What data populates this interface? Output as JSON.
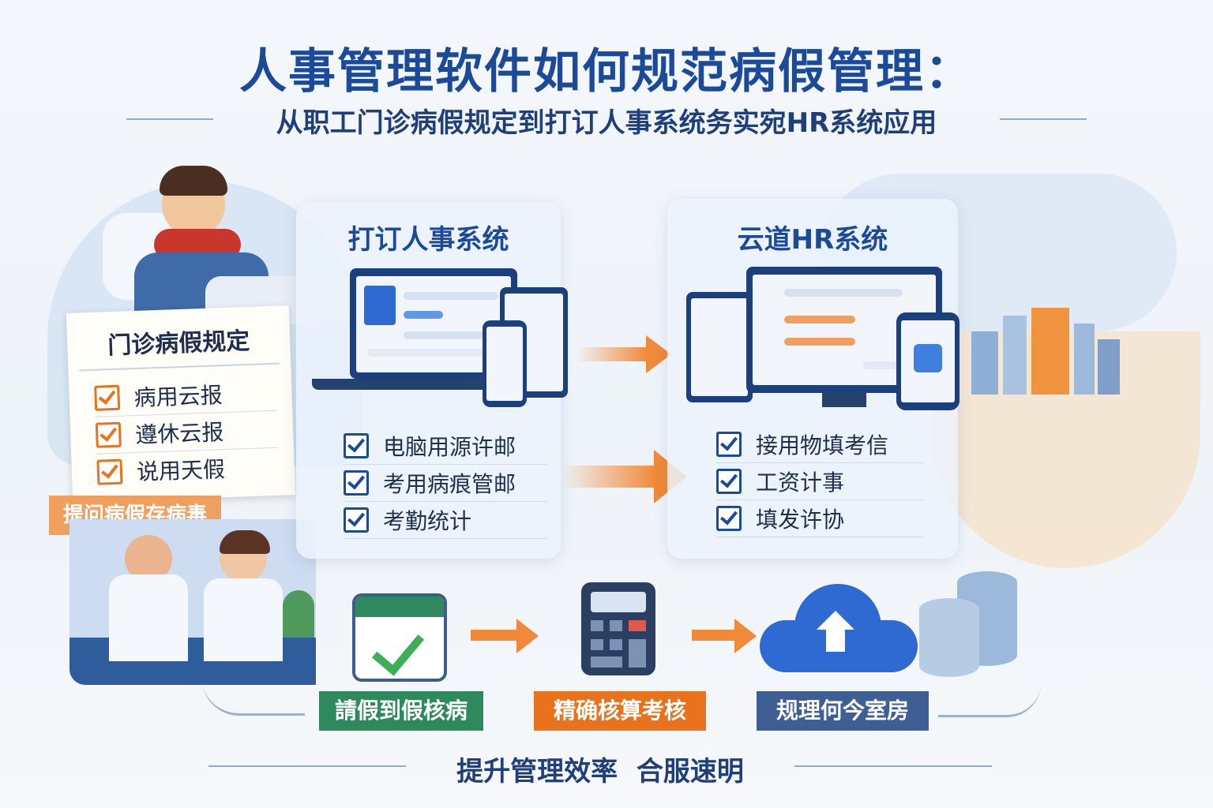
{
  "header": {
    "title": "人事管理软件如何规范病假管理：",
    "subtitle": "从职工门诊病假规定到打订人事系统务实宛HR系统应用"
  },
  "policy_note": {
    "title": "门诊病假规定",
    "items": [
      "病用云报",
      "遵休云报",
      "说用天假"
    ]
  },
  "clinic_banner": "提问病假存病毒",
  "left_card": {
    "title": "打订人事系统",
    "items": [
      "电脑用源许邮",
      "考用病痕管邮",
      "考勤统计"
    ]
  },
  "right_card": {
    "title": "云道HR系统",
    "items": [
      "接用物填考信",
      "工资计事",
      "填发许协"
    ]
  },
  "flow": [
    {
      "icon": "calendar-check-icon",
      "label": "請假到假核病"
    },
    {
      "icon": "calculator-icon",
      "label": "精确核算考核"
    },
    {
      "icon": "cloud-upload-icon",
      "label": "规理何今室房"
    }
  ],
  "footer": "提升管理效率  合服速明",
  "colors": {
    "brand_blue": "#1b4a9a",
    "orange": "#e8731c",
    "green": "#2e8a5c",
    "slate": "#3f5f94"
  }
}
